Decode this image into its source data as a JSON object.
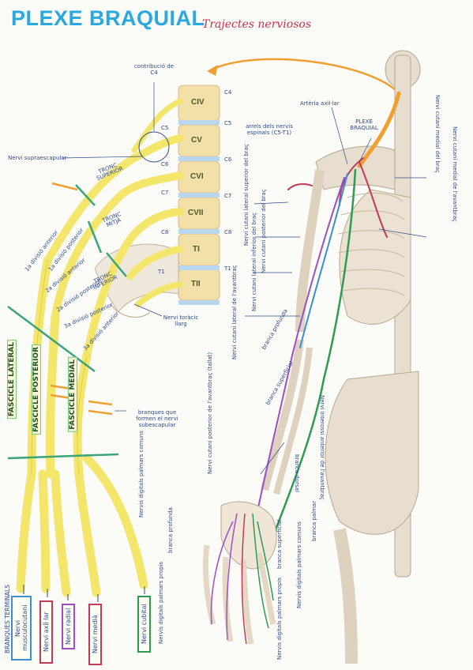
{
  "header": {
    "title": "PLEXE BRAQUIAL",
    "subtitle": "Trajectes nerviosos"
  },
  "top_labels": {
    "contribution": "contribució de C4",
    "spinal_roots": "arrels dels nervis espinals (C5-T1)",
    "suprascapular": "Nervi supraescapular",
    "axillary_artery": "Artèria axil·lar",
    "plexus": "PLEXE BRAQUIAL",
    "thoracic_long": "Nervi toràcic llarg"
  },
  "vertebrae": [
    "CIV",
    "CV",
    "CVI",
    "CVII",
    "TI",
    "TII"
  ],
  "roots": [
    "C4",
    "C5",
    "C6",
    "C7",
    "C8",
    "T1"
  ],
  "root_marks_left": [
    "C5",
    "C6",
    "C7",
    "C8",
    "T1"
  ],
  "trunks": {
    "superior": "TRONC SUPERIOR",
    "middle": "TRONC MITJÀ",
    "inferior": "TRONC INFERIOR"
  },
  "divisions": [
    "1a divisió anterior",
    "1a divisió posterior",
    "2a divisió anterior",
    "2a divisió posterior",
    "3a divisió posterior",
    "3a divisió anterior"
  ],
  "fascicles": [
    "FASCICLE LATERAL",
    "FASCICLE POSTERIOR",
    "FASCICLE MEDIAL"
  ],
  "subscapular_branches": "branques que formen el nervi subescapular",
  "terminal_branches": "BRANQUES TERMINALS",
  "terminal_nerves": [
    {
      "label": "Nervi musculocutani",
      "color": "#3a8fd4"
    },
    {
      "label": "Nervi axil·lar",
      "color": "#c03a5a"
    },
    {
      "label": "Nervi radial",
      "color": "#9a4fc4"
    },
    {
      "label": "Nervi medià",
      "color": "#c03a5a"
    },
    {
      "label": "Nervi cubital",
      "color": "#2f9a52"
    }
  ],
  "arm_labels": {
    "cut_med_arm": "Nervi cutani medial del braç",
    "cut_med_forearm": "Nervi cutani medial de l'avantbraç",
    "cut_lat_sup_arm": "Nervi cutani lateral superior del braç",
    "cut_post_arm": "Nervi cutani posterior del braç",
    "cut_lat_inf_arm": "Nervi cutani lateral inferior del braç",
    "cut_post_forearm_low": "Nervi cutani lateral de l'avantbraç",
    "branca_profunda_top": "branca profunda",
    "branca_superficial_top": "branca superficial",
    "interossi": "Nervi interossi anterior de l'avantbraç",
    "cut_post_forearm": "Nervi cutani posterior de l'avantbraç (tallat)",
    "digit_palm_common_left": "Nervis digitals palmars comuns",
    "branca_dorsal": "branca dorsal",
    "branca_palmar": "branca palmar",
    "branca_profunda": "branca profunda",
    "branca_superficial": "branca superficial",
    "digit_palm_common_right": "Nervis digitals palmars comuns",
    "digit_palm_proper_left": "Nervis digitals palmars propis",
    "digit_palm_proper_right": "Nervis digitals palmars propis"
  },
  "colors": {
    "nerve_yellow": "#f3e66a",
    "musculocutaneous": "#3a8fd4",
    "axillary": "#c03a5a",
    "radial": "#9a4fc4",
    "ulnar": "#2f9a52",
    "plexus_orange": "#f0a030"
  }
}
